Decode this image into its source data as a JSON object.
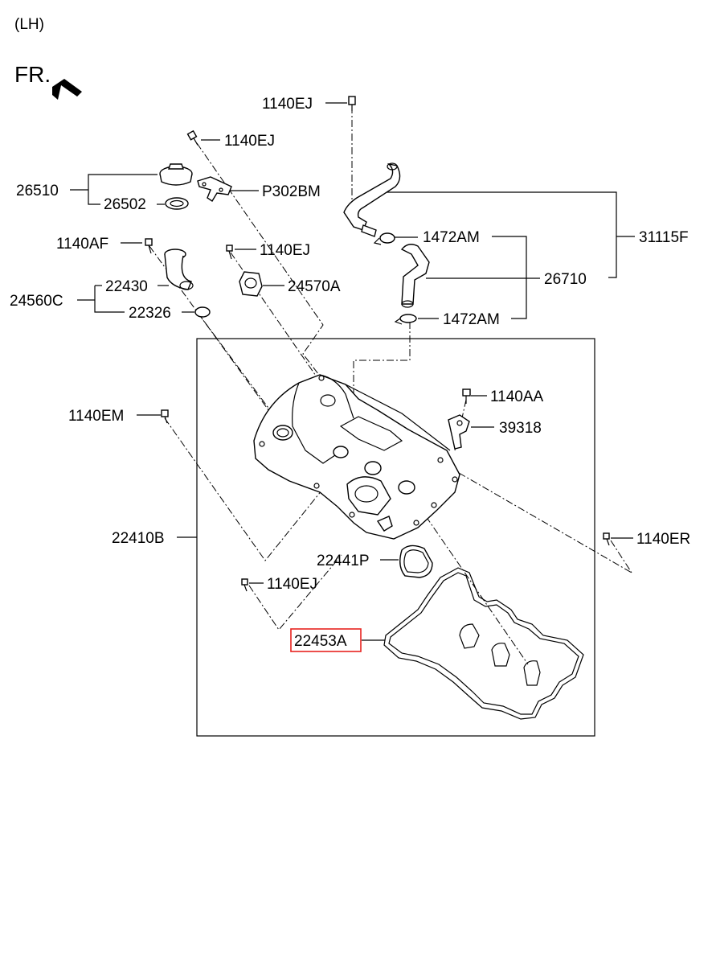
{
  "header": {
    "side": "(LH)",
    "front": "FR."
  },
  "labels": {
    "l1140EJ_top": "1140EJ",
    "l1140EJ_cap": "1140EJ",
    "l26510": "26510",
    "l26502": "26502",
    "lP302BM": "P302BM",
    "l31115F": "31115F",
    "l1472AM_a": "1472AM",
    "l1472AM_b": "1472AM",
    "l26710": "26710",
    "l1140AF": "1140AF",
    "l1140EJ_mid": "1140EJ",
    "l24560C": "24560C",
    "l22430": "22430",
    "l24570A": "24570A",
    "l22326": "22326",
    "l1140AA": "1140AA",
    "l1140EM": "1140EM",
    "l39318": "39318",
    "l22410B": "22410B",
    "l1140ER": "1140ER",
    "l22441P": "22441P",
    "l1140EJ_low": "1140EJ",
    "l22453A": "22453A"
  },
  "highlight": {
    "part": "22453A",
    "color": "#e8231f"
  },
  "colors": {
    "line": "#000000",
    "background": "#ffffff",
    "highlight": "#e8231f"
  }
}
